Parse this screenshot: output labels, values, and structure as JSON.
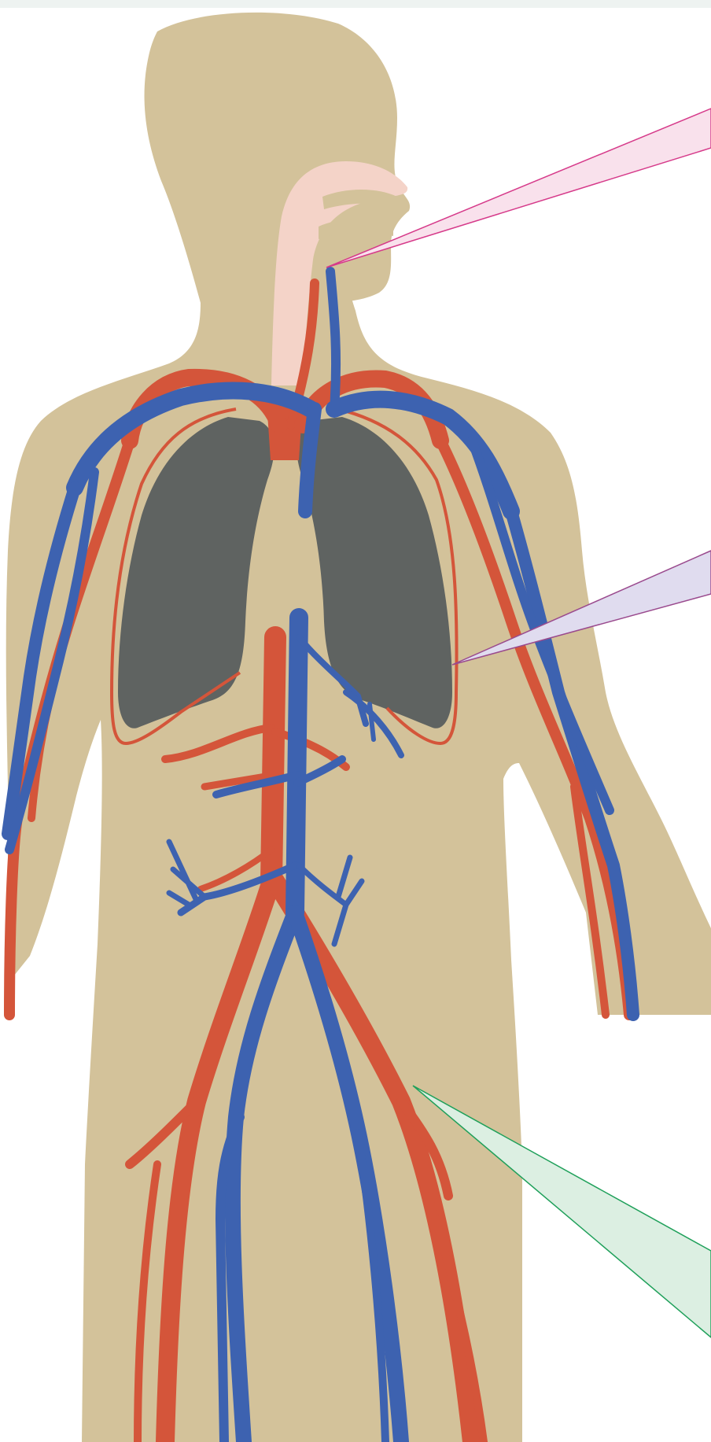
{
  "colors": {
    "skin": "#d3c29a",
    "airway": "#f4d3c8",
    "lung": "#5f6361",
    "artery": "#d4553a",
    "vein": "#3d62b0",
    "callout_pink_stroke": "#d63a8a",
    "callout_pink_fill": "#f9e1ec",
    "callout_purple_stroke": "#9a4a8e",
    "callout_purple_fill": "#e0dcef",
    "callout_green_stroke": "#1fa05a",
    "callout_green_fill": "#dcefe2",
    "top_strip": "#eef3f1"
  },
  "figure": {
    "subject": "human-circulatory-and-respiratory-system",
    "callouts": [
      {
        "name": "airway-callout",
        "color": "pink"
      },
      {
        "name": "lung-callout",
        "color": "purple"
      },
      {
        "name": "leg-vessels-callout",
        "color": "green"
      }
    ]
  }
}
